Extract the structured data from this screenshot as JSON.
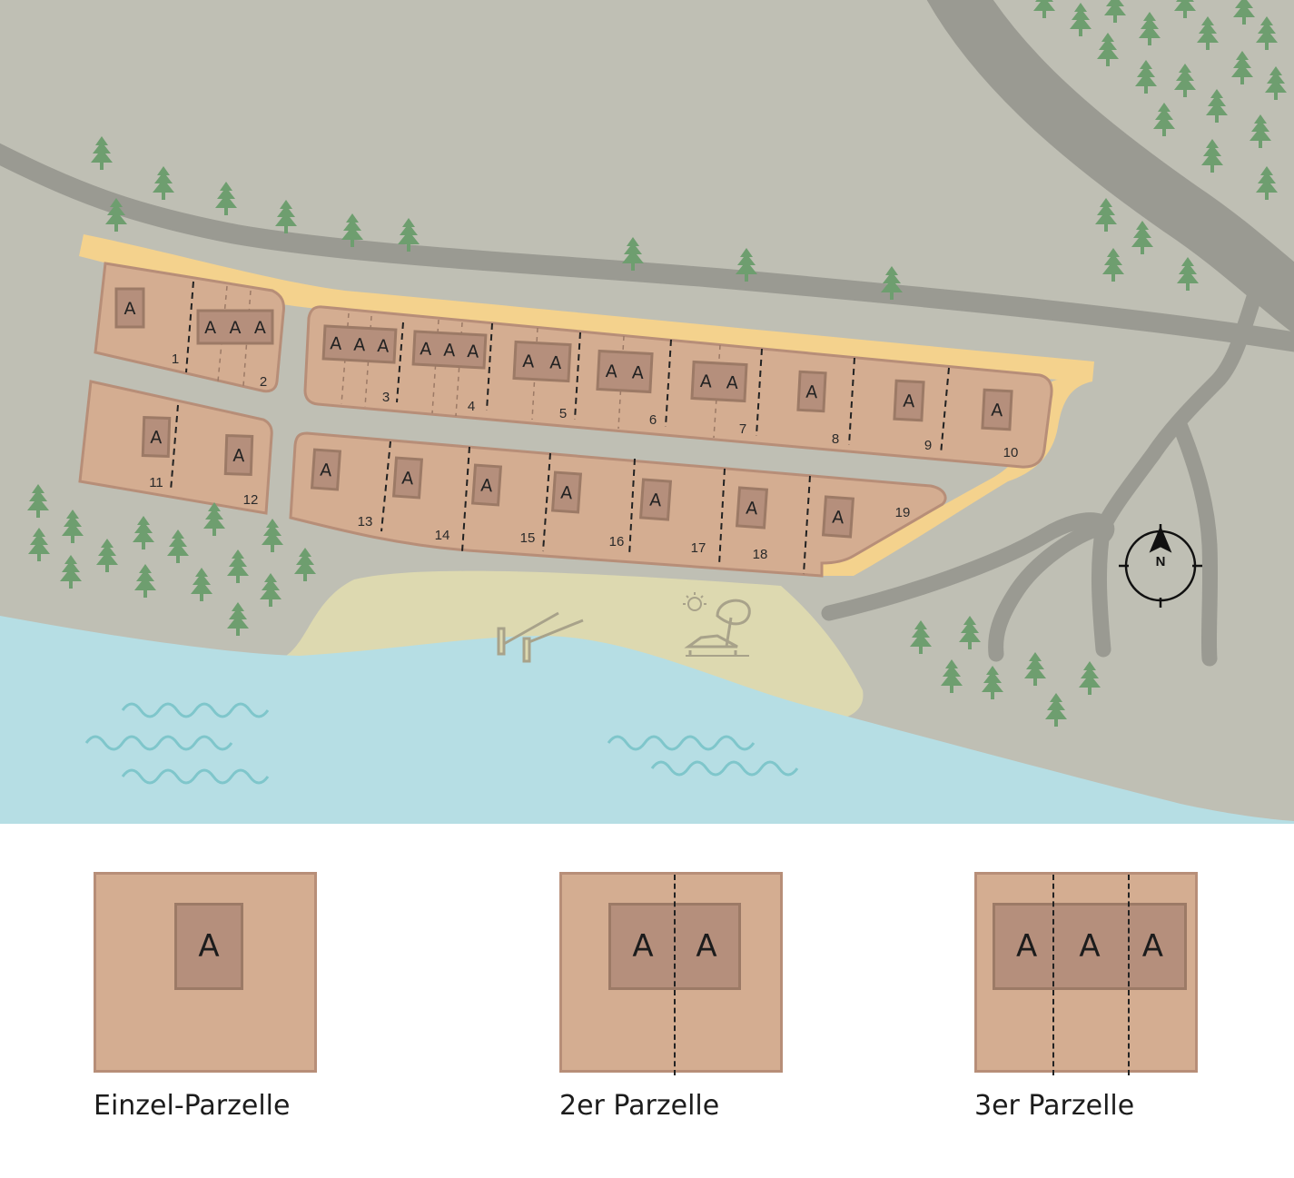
{
  "map": {
    "colors": {
      "ground": "#bfbfb4",
      "road": "#9a9a92",
      "path": "#f4d28d",
      "plot": "#d4ad91",
      "plot_border": "#b78e78",
      "hut": "#b58f7c",
      "water": "#b6dee4",
      "wave": "#7fc6cb",
      "sand": "#ddd9b0",
      "tree": "#6e9e6f"
    },
    "plot_labels": [
      "1",
      "2",
      "3",
      "4",
      "5",
      "6",
      "7",
      "8",
      "9",
      "10",
      "11",
      "12",
      "13",
      "14",
      "15",
      "16",
      "17",
      "18",
      "19"
    ],
    "hut_letter": "A",
    "compass_label": "N",
    "icons": [
      "tree-icon",
      "jetty-icon",
      "beach-chair-icon",
      "sun-icon",
      "compass-icon",
      "wave-icon"
    ]
  },
  "legend": [
    {
      "label": "Einzel-Parzelle",
      "huts": 1
    },
    {
      "label": "2er Parzelle",
      "huts": 2
    },
    {
      "label": "3er Parzelle",
      "huts": 3
    }
  ]
}
